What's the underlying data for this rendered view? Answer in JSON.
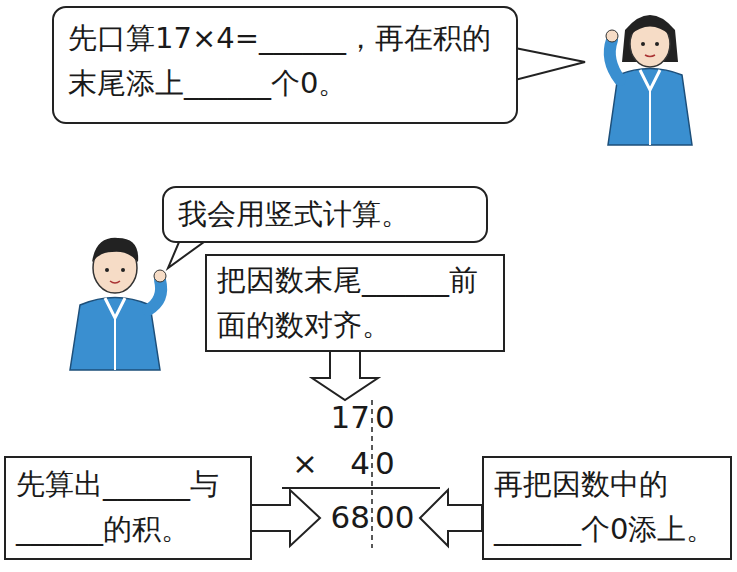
{
  "diagram": {
    "nodes": [
      {
        "text": [
          "先口算17×4=______，再在积的末尾添上______个0。"
        ]
      },
      {
        "text": [
          "我会用竖式计算。"
        ]
      },
      {
        "text": [
          "把因数末尾______前面的数对齐。"
        ]
      },
      {
        "text": [
          "先算出______与______的积。"
        ]
      },
      {
        "text": [
          "再把因数中的______个0添上。"
        ]
      }
    ],
    "edges": [],
    "labels": [
      "17",
      "0",
      "×",
      "4",
      "0",
      "68",
      "00"
    ]
  }
}
